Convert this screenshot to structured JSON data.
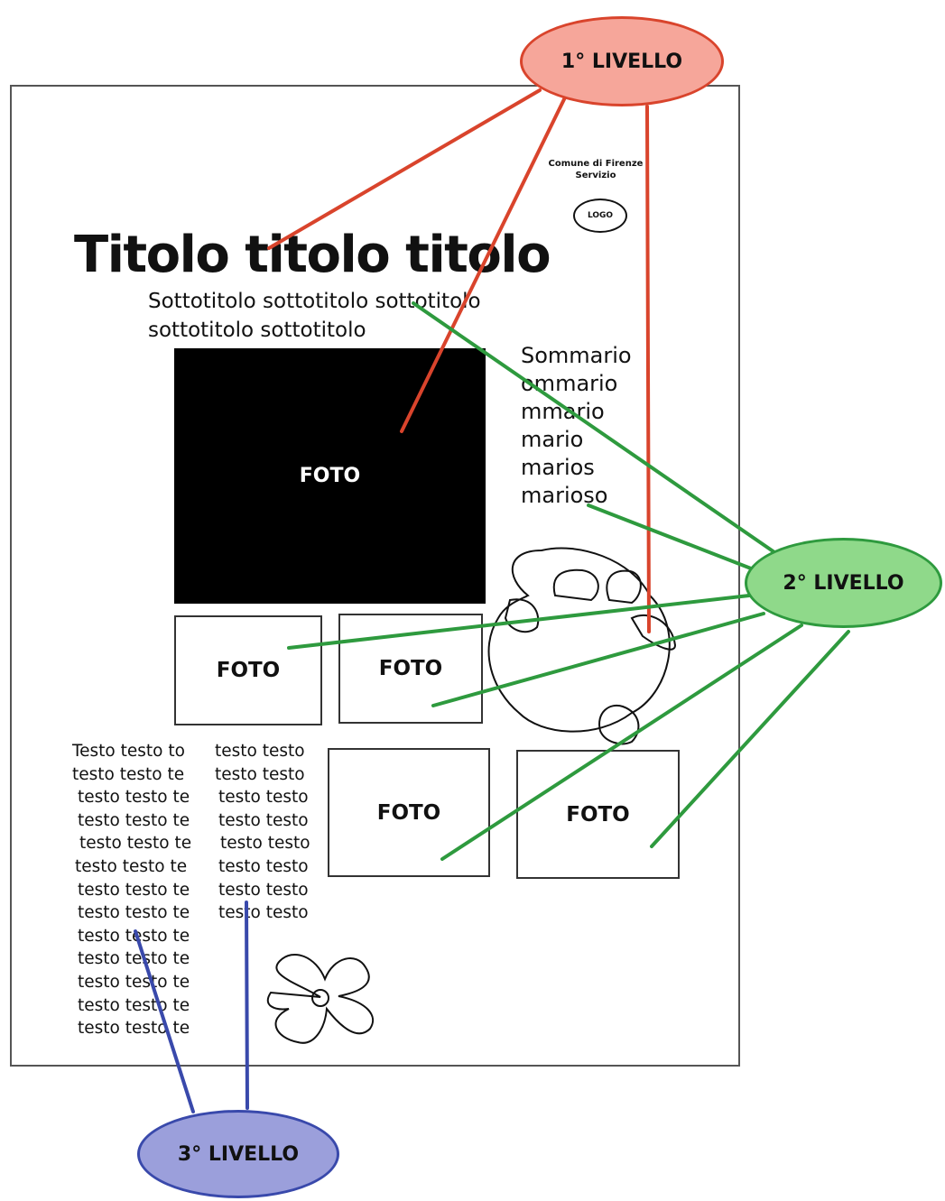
{
  "header": {
    "org_line1": "Comune di Firenze",
    "org_line2": "Servizio",
    "logo_label": "LOGO"
  },
  "title": "Titolo titolo titolo",
  "subtitle_lines": [
    "Sottotitolo sottotitolo sottotitolo",
    "sottotitolo sottotitolo"
  ],
  "summary_lines": [
    "Sommario",
    "ommario",
    "mmario",
    "mario",
    "marios",
    "marioso"
  ],
  "photos": {
    "main": "FOTO",
    "small1": "FOTO",
    "small2": "FOTO",
    "small3": "FOTO",
    "small4": "FOTO"
  },
  "text_col1": [
    "Testo testo to",
    "testo testo te",
    "testo testo te",
    "testo testo te",
    "testo testo te",
    "testo testo te",
    "testo testo te",
    "testo testo te",
    "testo testo te",
    "testo testo te",
    "testo testo te",
    "testo testo te",
    "testo testo te"
  ],
  "text_col2": [
    "testo testo",
    "testo testo",
    "testo testo",
    "testo testo",
    "testo testo",
    "testo testo",
    "testo testo",
    "testo testo"
  ],
  "levels": {
    "level1": "1° LIVELLO",
    "level2": "2° LIVELLO",
    "level3": "3° LIVELLO"
  },
  "colors": {
    "level1_fill": "#f6a69a",
    "level1_stroke": "#d9442c",
    "level2_fill": "#8fd98a",
    "level2_stroke": "#2e9a3e",
    "level3_fill": "#9b9fdb",
    "level3_stroke": "#3949ab"
  }
}
